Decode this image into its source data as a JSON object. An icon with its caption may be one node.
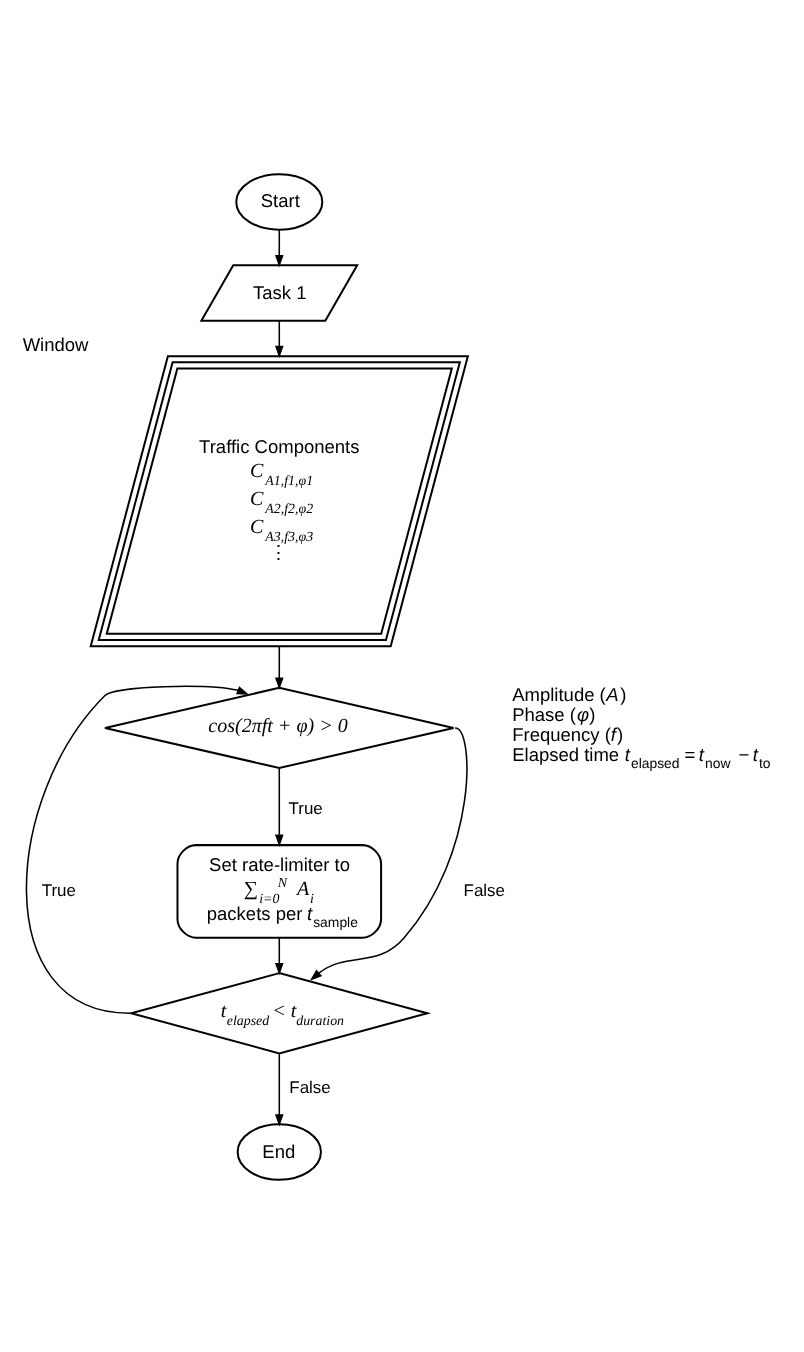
{
  "diagram": {
    "nodes": [
      {
        "text": [
          "Start"
        ]
      },
      {
        "text": [
          "Task 1"
        ]
      },
      {
        "text": [
          "Traffic Components",
          "C$_{A1,f1,φ1}$",
          "C$_{A2,f2,φ2}$",
          "C$_{A3,f3,φ3}$",
          "⋮"
        ],
        "beside": [
          "Window"
        ]
      },
      {
        "text": [
          "cos(2πft + φ) > 0"
        ]
      },
      {
        "text": [
          "Set rate-limiter to",
          "∑$_{i=0}$$^{N}$ A$_{i}$",
          "packets per *t*$_{sample}$"
        ]
      },
      {
        "text": [
          "t$_{elapsed}$ < t$_{duration}$"
        ]
      },
      {
        "text": [
          "End"
        ]
      }
    ],
    "edges": [
      {
        "from": 0,
        "to": 1,
        "arrow": "to"
      },
      {
        "from": 1,
        "to": 2,
        "arrow": "to"
      },
      {
        "from": 2,
        "to": 3,
        "arrow": "to"
      },
      {
        "from": 3,
        "to": 4,
        "arrow": "to",
        "label": "True"
      },
      {
        "from": 3,
        "to": 5,
        "arrow": "to",
        "label": "False"
      },
      {
        "from": 4,
        "to": 5,
        "arrow": "to"
      },
      {
        "from": 5,
        "to": 3,
        "arrow": "to",
        "label": "True"
      },
      {
        "from": 5,
        "to": 6,
        "arrow": "to",
        "label": "False"
      }
    ],
    "labels": [
      "Amplitude (*A*)",
      "Phase (*φ*)",
      "Frequency (*f*)",
      "Elapsed time *t*$_{elapsed}$ = *t*$_{now}$ − *t*$_{to}$"
    ]
  }
}
